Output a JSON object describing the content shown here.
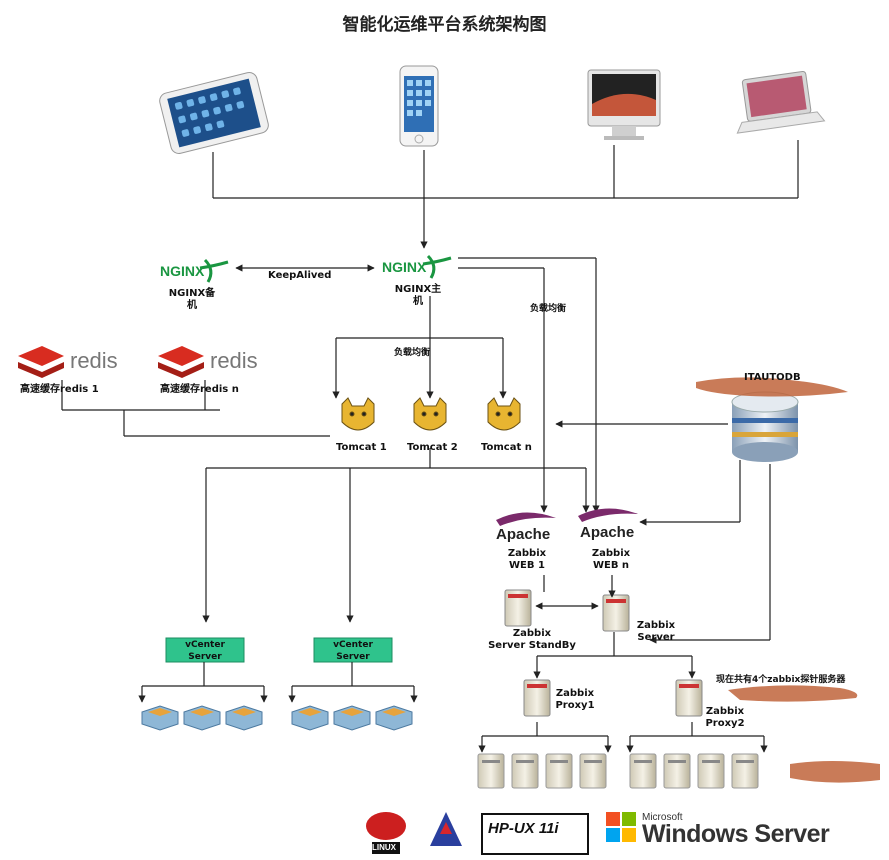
{
  "title": "智能化运维平台系统架构图",
  "nginx": {
    "logo_text": "NGINX",
    "keepalived_label": "KeepAlived",
    "backup_label_1": "NGINX备",
    "backup_label_2": "机",
    "main_label_1": "NGINX主",
    "main_label_2": "机"
  },
  "load_balance_label": "负载均衡",
  "redis": {
    "logo_text": "redis",
    "cache_1": "高速缓存redis 1",
    "cache_n": "高速缓存redis n"
  },
  "tomcat": [
    "Tomcat 1",
    "Tomcat 2",
    "Tomcat n"
  ],
  "database_label": "ITAUTODB",
  "apache": {
    "logo_text": "Apache",
    "web1_line1": "Zabbix",
    "web1_line2": "WEB 1",
    "webn_line1": "Zabbix",
    "webn_line2": "WEB n"
  },
  "zabbix": {
    "standby_line1": "Zabbix",
    "standby_line2": "Server StandBy",
    "server_line1": "Zabbix",
    "server_line2": "Server",
    "proxy1_line1": "Zabbix",
    "proxy1_line2": "Proxy1",
    "proxy2_line1": "Zabbix",
    "proxy2_line2": "Proxy2",
    "note": "现在共有4个zabbix探针服务器"
  },
  "vcenter": {
    "line1": "vCenter",
    "line2": "Server"
  },
  "os_logos": {
    "hp": "HP-UX 11i",
    "microsoft": "Microsoft",
    "windows_server": "Windows Server",
    "linux": "LINUX"
  },
  "colors": {
    "line": "#222222",
    "nginx_green": "#1a9641",
    "redis_red": "#d82c20",
    "tomcat_yellow": "#e8b531",
    "apache_purple": "#7b2a6b",
    "vcenter_green": "#2fc38c",
    "scribble": "#c0643b",
    "db_blue": "#3b6aa8"
  }
}
